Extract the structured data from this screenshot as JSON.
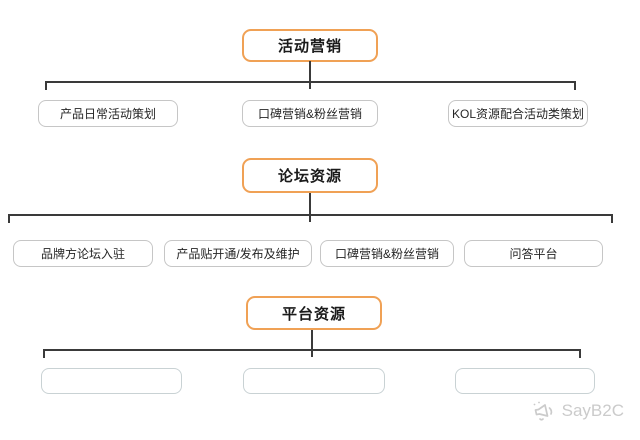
{
  "diagram_title": "marketing-resources-org-chart",
  "colors": {
    "accent_orange": "#F0A155",
    "connector_line": "#3A3A3A",
    "node_border": "#C6C6C6",
    "empty_node_border": "#C9D2D4",
    "watermark": "#CBCBCB",
    "text": "#1A1A1A",
    "background": "#FFFFFF"
  },
  "sections": [
    {
      "title": "活动营销",
      "children": [
        {
          "label": "产品日常活动策划"
        },
        {
          "label": "口碑营销&粉丝营销"
        },
        {
          "label": "KOL资源配合活动类策划"
        }
      ]
    },
    {
      "title": "论坛资源",
      "children": [
        {
          "label": "品牌方论坛入驻"
        },
        {
          "label": "产品贴开通/发布及维护"
        },
        {
          "label": "口碑营销&粉丝营销"
        },
        {
          "label": "问答平台"
        }
      ]
    },
    {
      "title": "平台资源",
      "children": [
        {
          "label": ""
        },
        {
          "label": ""
        },
        {
          "label": ""
        }
      ]
    }
  ],
  "watermark": {
    "text": "SayB2C",
    "icon": "megaphone-icon"
  }
}
